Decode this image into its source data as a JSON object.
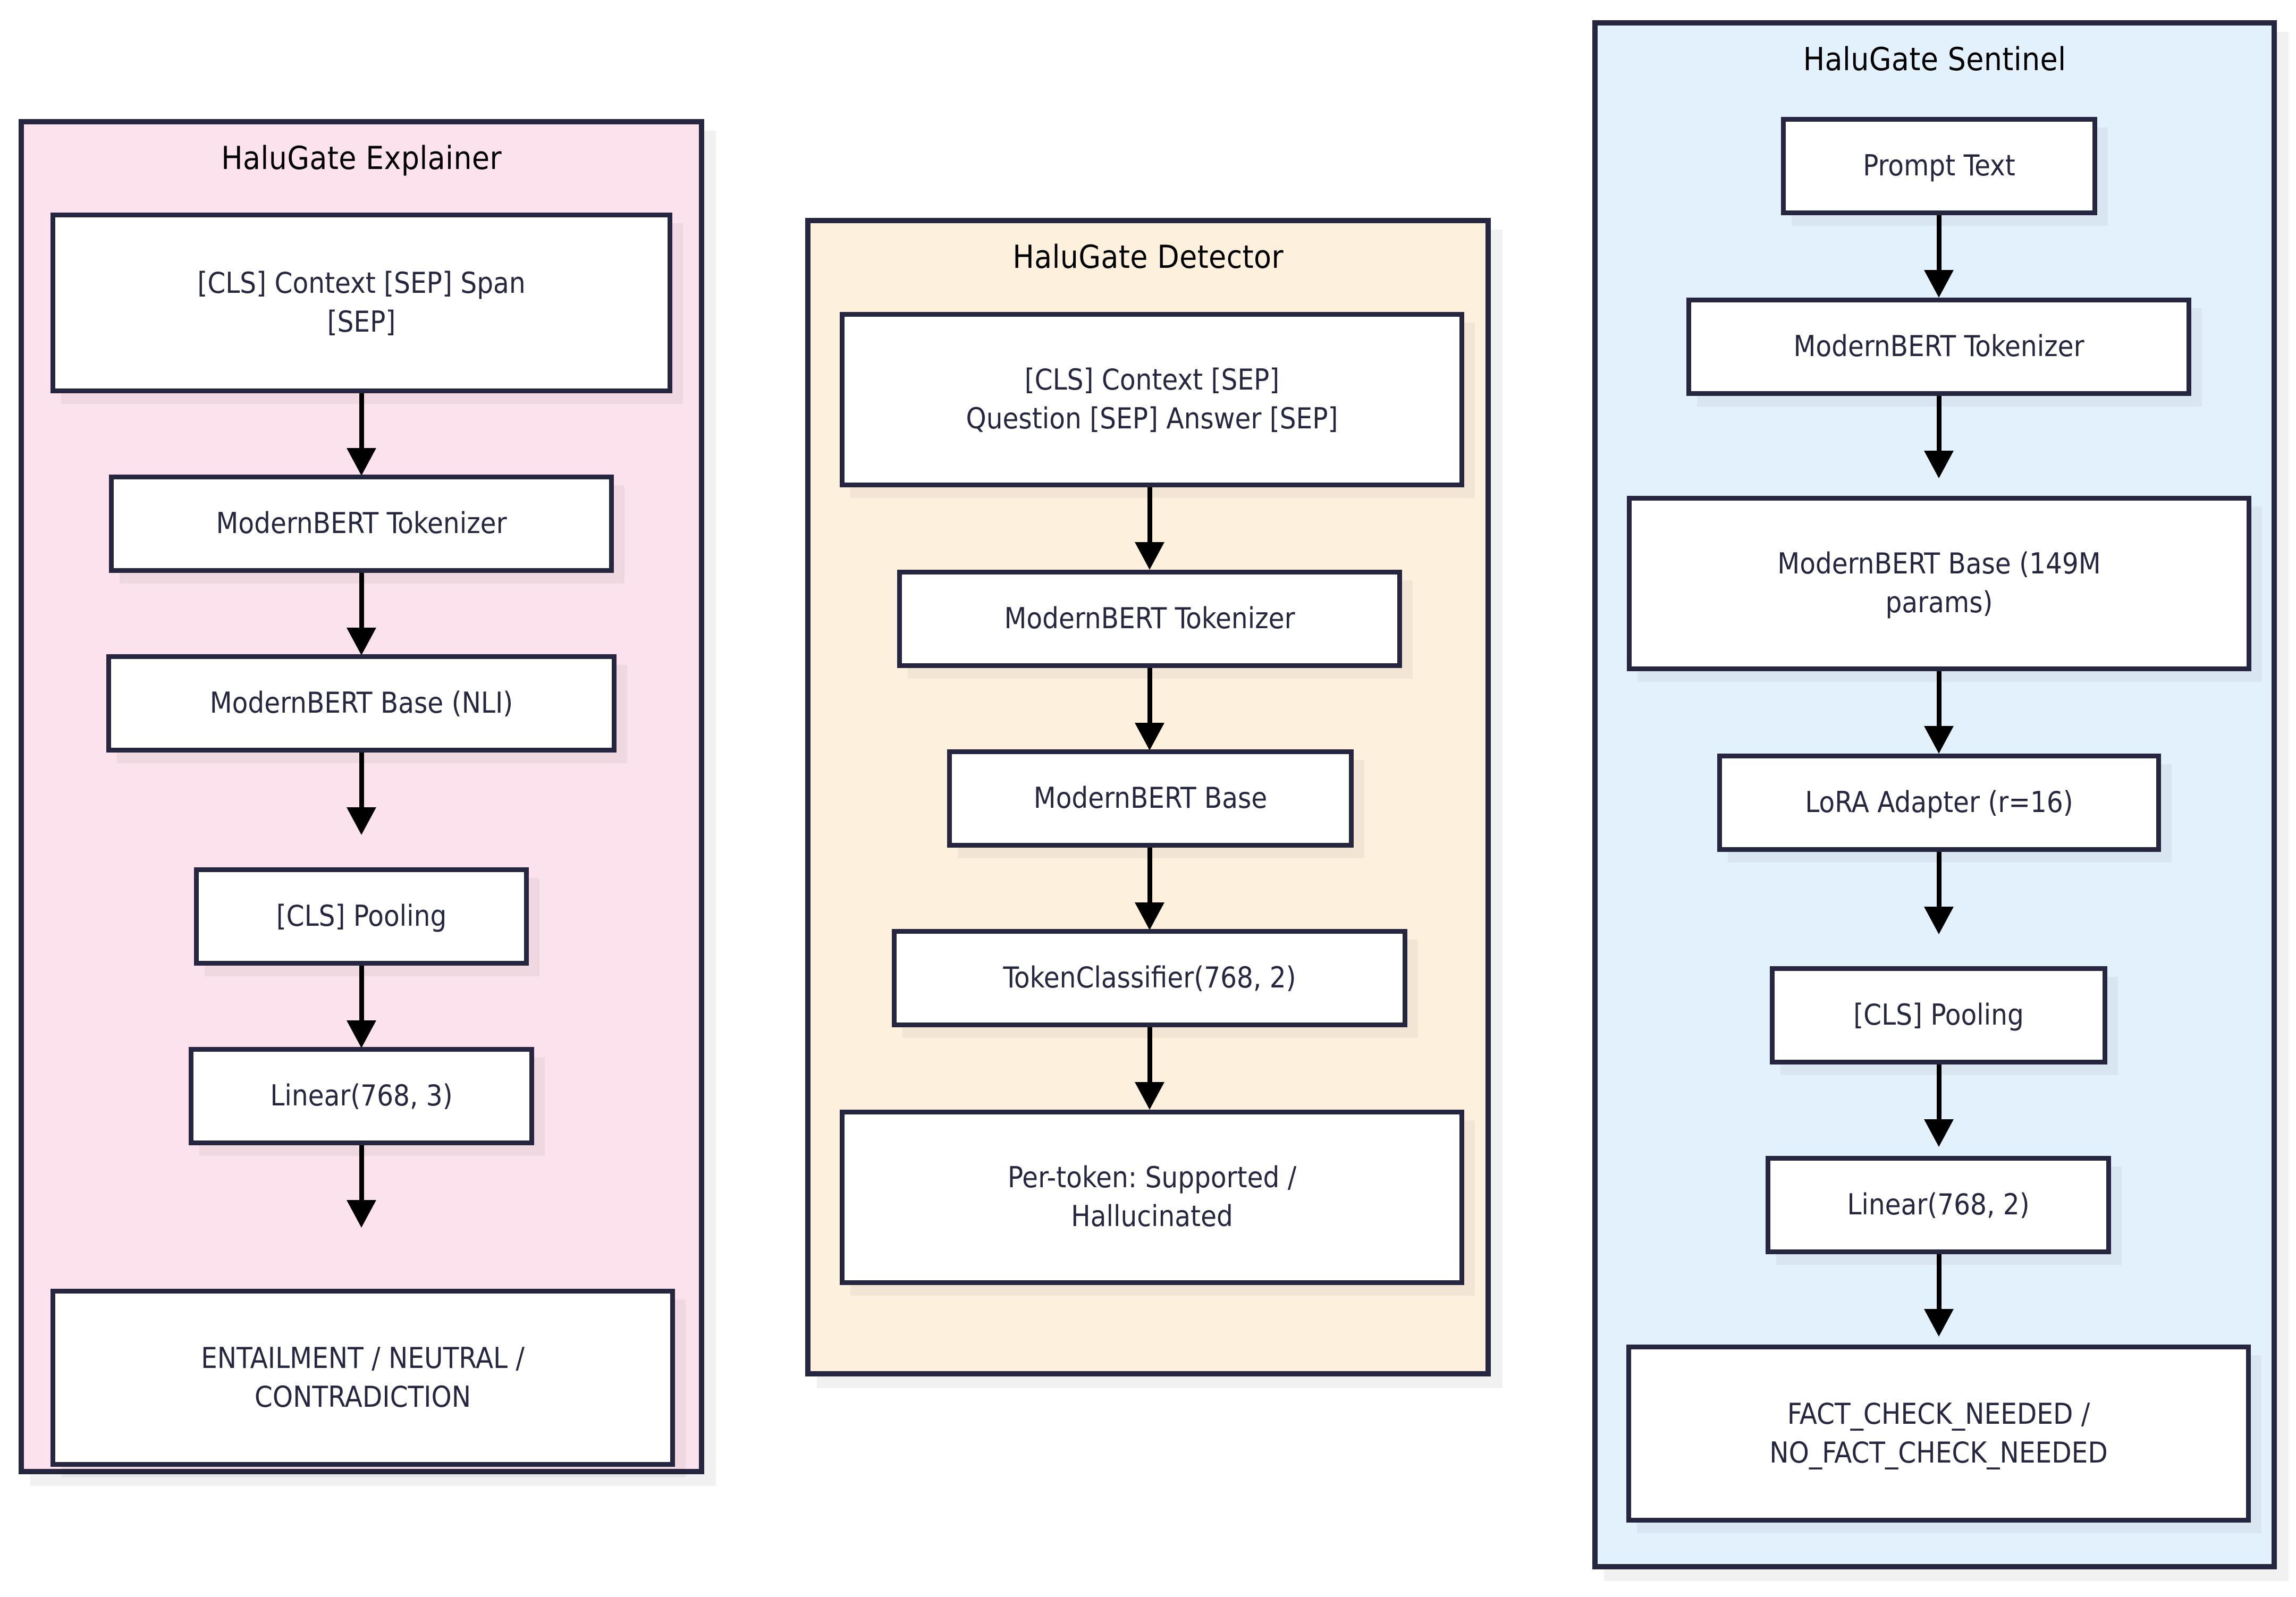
{
  "diagram": {
    "type": "flowchart",
    "orientation": "top-to-bottom",
    "background": "#ffffff",
    "node_border_color": "#262641",
    "node_fill_color": "#ffffff",
    "node_text_color": "#262641",
    "arrow_color": "#000000"
  },
  "groups": [
    {
      "id": "explainer",
      "title": "HaluGate Explainer",
      "fill": "#fbe2ec",
      "border": "#262641",
      "nodes": [
        {
          "id": "exp-input",
          "line1": "[CLS] Context [SEP] Span",
          "line2": "[SEP]"
        },
        {
          "id": "exp-tokenizer",
          "line1": "ModernBERT Tokenizer",
          "line2": ""
        },
        {
          "id": "exp-base",
          "line1": "ModernBERT Base (NLI)",
          "line2": ""
        },
        {
          "id": "exp-pooling",
          "line1": "[CLS] Pooling",
          "line2": ""
        },
        {
          "id": "exp-linear",
          "line1": "Linear(768, 3)",
          "line2": ""
        },
        {
          "id": "exp-output",
          "line1": "ENTAILMENT / NEUTRAL /",
          "line2": "CONTRADICTION"
        }
      ]
    },
    {
      "id": "detector",
      "title": "HaluGate Detector",
      "fill": "#fdf0dd",
      "border": "#262641",
      "nodes": [
        {
          "id": "det-input",
          "line1": "[CLS] Context [SEP]",
          "line2": "Question [SEP] Answer [SEP]"
        },
        {
          "id": "det-tokenizer",
          "line1": "ModernBERT Tokenizer",
          "line2": ""
        },
        {
          "id": "det-base",
          "line1": "ModernBERT Base",
          "line2": ""
        },
        {
          "id": "det-classifier",
          "line1": "TokenClassifier(768, 2)",
          "line2": ""
        },
        {
          "id": "det-output",
          "line1": "Per-token: Supported /",
          "line2": "Hallucinated"
        }
      ]
    },
    {
      "id": "sentinel",
      "title": "HaluGate Sentinel",
      "fill": "#e3f1fc",
      "border": "#262641",
      "nodes": [
        {
          "id": "sen-prompt",
          "line1": "Prompt Text",
          "line2": ""
        },
        {
          "id": "sen-tokenizer",
          "line1": "ModernBERT Tokenizer",
          "line2": ""
        },
        {
          "id": "sen-base",
          "line1": "ModernBERT Base (149M",
          "line2": "params)"
        },
        {
          "id": "sen-lora",
          "line1": "LoRA Adapter (r=16)",
          "line2": ""
        },
        {
          "id": "sen-pooling",
          "line1": "[CLS] Pooling",
          "line2": ""
        },
        {
          "id": "sen-linear",
          "line1": "Linear(768, 2)",
          "line2": ""
        },
        {
          "id": "sen-output",
          "line1": "FACT_CHECK_NEEDED /",
          "line2": "NO_FACT_CHECK_NEEDED"
        }
      ]
    }
  ]
}
